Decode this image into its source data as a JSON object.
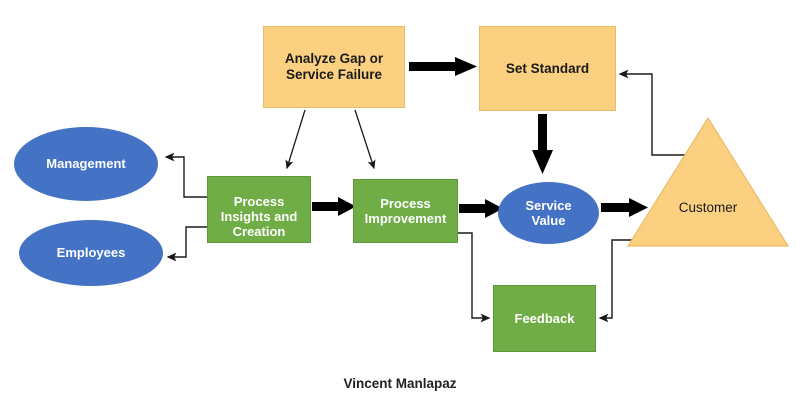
{
  "diagram": {
    "caption": "Vincent Manlapaz",
    "colors": {
      "gold_fill": "#fbd181",
      "gold_stroke": "#e8bd68",
      "green_fill": "#70ad47",
      "green_stroke": "#5f9a3a",
      "blue_fill": "#4472c4",
      "arrow_thick": "#000000",
      "arrow_thin": "#1a1a1a",
      "background": "#ffffff"
    },
    "nodes": [
      {
        "id": "analyze-gap",
        "label": "Analyze Gap or\nService Failure",
        "shape": "rectangle",
        "fill": "#fbd181"
      },
      {
        "id": "set-standard",
        "label": "Set Standard",
        "shape": "rectangle",
        "fill": "#fbd181"
      },
      {
        "id": "management",
        "label": "Management",
        "shape": "ellipse",
        "fill": "#4472c4"
      },
      {
        "id": "employees",
        "label": "Employees",
        "shape": "ellipse",
        "fill": "#4472c4"
      },
      {
        "id": "process-insights",
        "label": "Process\nInsights and\nCreation",
        "shape": "rectangle",
        "fill": "#70ad47"
      },
      {
        "id": "process-improvement",
        "label": "Process\nImprovement",
        "shape": "rectangle",
        "fill": "#70ad47"
      },
      {
        "id": "service-value",
        "label": "Service\nValue",
        "shape": "ellipse",
        "fill": "#4472c4"
      },
      {
        "id": "customer",
        "label": "Customer",
        "shape": "triangle",
        "fill": "#fbd181"
      },
      {
        "id": "feedback",
        "label": "Feedback",
        "shape": "rectangle",
        "fill": "#70ad47"
      }
    ],
    "connectors": [
      {
        "id": "analyze-to-set-standard",
        "from": "analyze-gap",
        "to": "set-standard",
        "style": "thick"
      },
      {
        "id": "analyze-to-process-insights",
        "from": "analyze-gap",
        "to": "process-insights",
        "style": "thin"
      },
      {
        "id": "analyze-to-process-improvement",
        "from": "analyze-gap",
        "to": "process-improvement",
        "style": "thin"
      },
      {
        "id": "set-standard-to-service-value",
        "from": "set-standard",
        "to": "service-value",
        "style": "thick"
      },
      {
        "id": "process-insights-to-management",
        "from": "process-insights",
        "to": "management",
        "style": "thin"
      },
      {
        "id": "process-insights-to-employees",
        "from": "process-insights",
        "to": "employees",
        "style": "thin"
      },
      {
        "id": "process-insights-to-process-improvement",
        "from": "process-insights",
        "to": "process-improvement",
        "style": "thick"
      },
      {
        "id": "process-improvement-to-service-value",
        "from": "process-improvement",
        "to": "service-value",
        "style": "thick"
      },
      {
        "id": "process-improvement-to-feedback",
        "from": "process-improvement",
        "to": "feedback",
        "style": "thin"
      },
      {
        "id": "service-value-to-customer",
        "from": "service-value",
        "to": "customer",
        "style": "thick"
      },
      {
        "id": "customer-to-set-standard",
        "from": "customer",
        "to": "set-standard",
        "style": "thin"
      },
      {
        "id": "customer-to-feedback",
        "from": "customer",
        "to": "feedback",
        "style": "thin"
      }
    ]
  }
}
